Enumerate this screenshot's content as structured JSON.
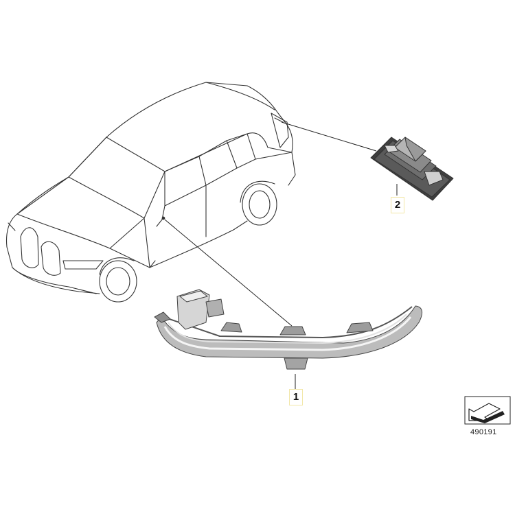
{
  "callouts": [
    {
      "number": "1",
      "part": "side-mirror-turn-signal-light"
    },
    {
      "number": "2",
      "part": "license-plate-light"
    }
  ],
  "diagram_id": "490191",
  "icons": {
    "car": "car-outline-icon",
    "view_indicator": "view-direction-arrow-icon"
  },
  "colors": {
    "line": "#222222",
    "part_dark": "#4a4a4a",
    "part_mid": "#8a8a8a",
    "part_light": "#d9d9d9",
    "callout_border": "#f2e7a8"
  }
}
